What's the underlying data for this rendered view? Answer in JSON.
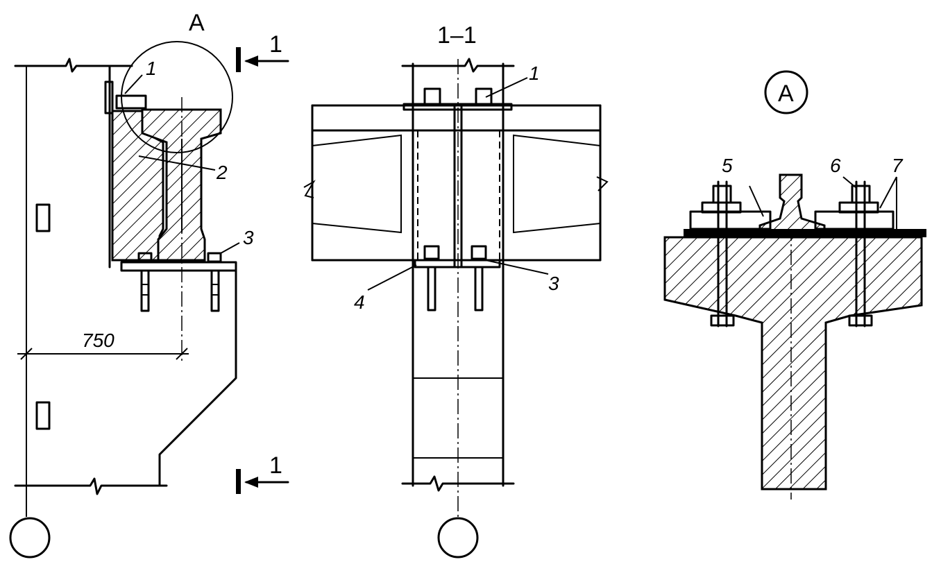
{
  "labels": {
    "detail_callout": "A",
    "section_mark": "1",
    "section_title": "1–1",
    "detail_title": "A",
    "dimension": "750",
    "part_1": "1",
    "part_2": "2",
    "part_3": "3",
    "part_4": "4",
    "part_5": "5",
    "part_6": "6",
    "part_7": "7"
  }
}
